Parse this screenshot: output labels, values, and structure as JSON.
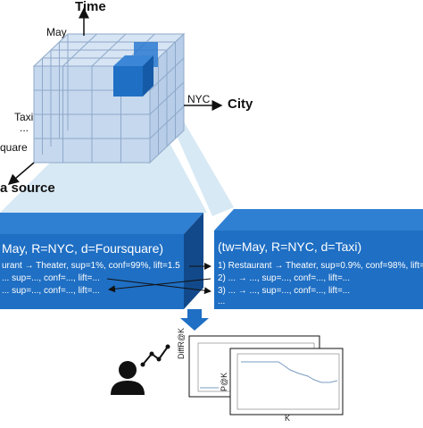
{
  "cube": {
    "time_axis_label": "Time",
    "city_axis_label": "City",
    "source_axis_label": "a source",
    "time_value": "May",
    "city_value": "NYC",
    "source_values": [
      "Taxi",
      "...",
      "quare"
    ]
  },
  "left_panel": {
    "title": "May, R=NYC, d=Foursquare)",
    "rules": [
      "urant → Theater, sup=1%, conf=99%, lift=1.5",
      "... sup=..., conf=..., lift=...",
      "... sup=..., conf=..., lift=..."
    ]
  },
  "right_panel": {
    "title": "(tw=May, R=NYC, d=Taxi)",
    "rules": [
      "1) Restaurant → Theater, sup=0.9%, conf=98%, lift=1",
      "2) ... → ..., sup=..., conf=..., lift=...",
      "3) ... → ..., sup=..., conf=..., lift=...",
      "..."
    ]
  },
  "plots": {
    "back_ylabel": "DiffR@K",
    "front_ylabel": "P@K",
    "xlabel": "K"
  },
  "colors": {
    "cube_face": "#c5d8ee",
    "cube_line": "#8fa9c9",
    "highlight": "#1f6fc4",
    "panel": "#1f6fc4",
    "panel_dark": "#12498a",
    "projection": "#d3e7f3",
    "curve": "#7a9cc2"
  }
}
